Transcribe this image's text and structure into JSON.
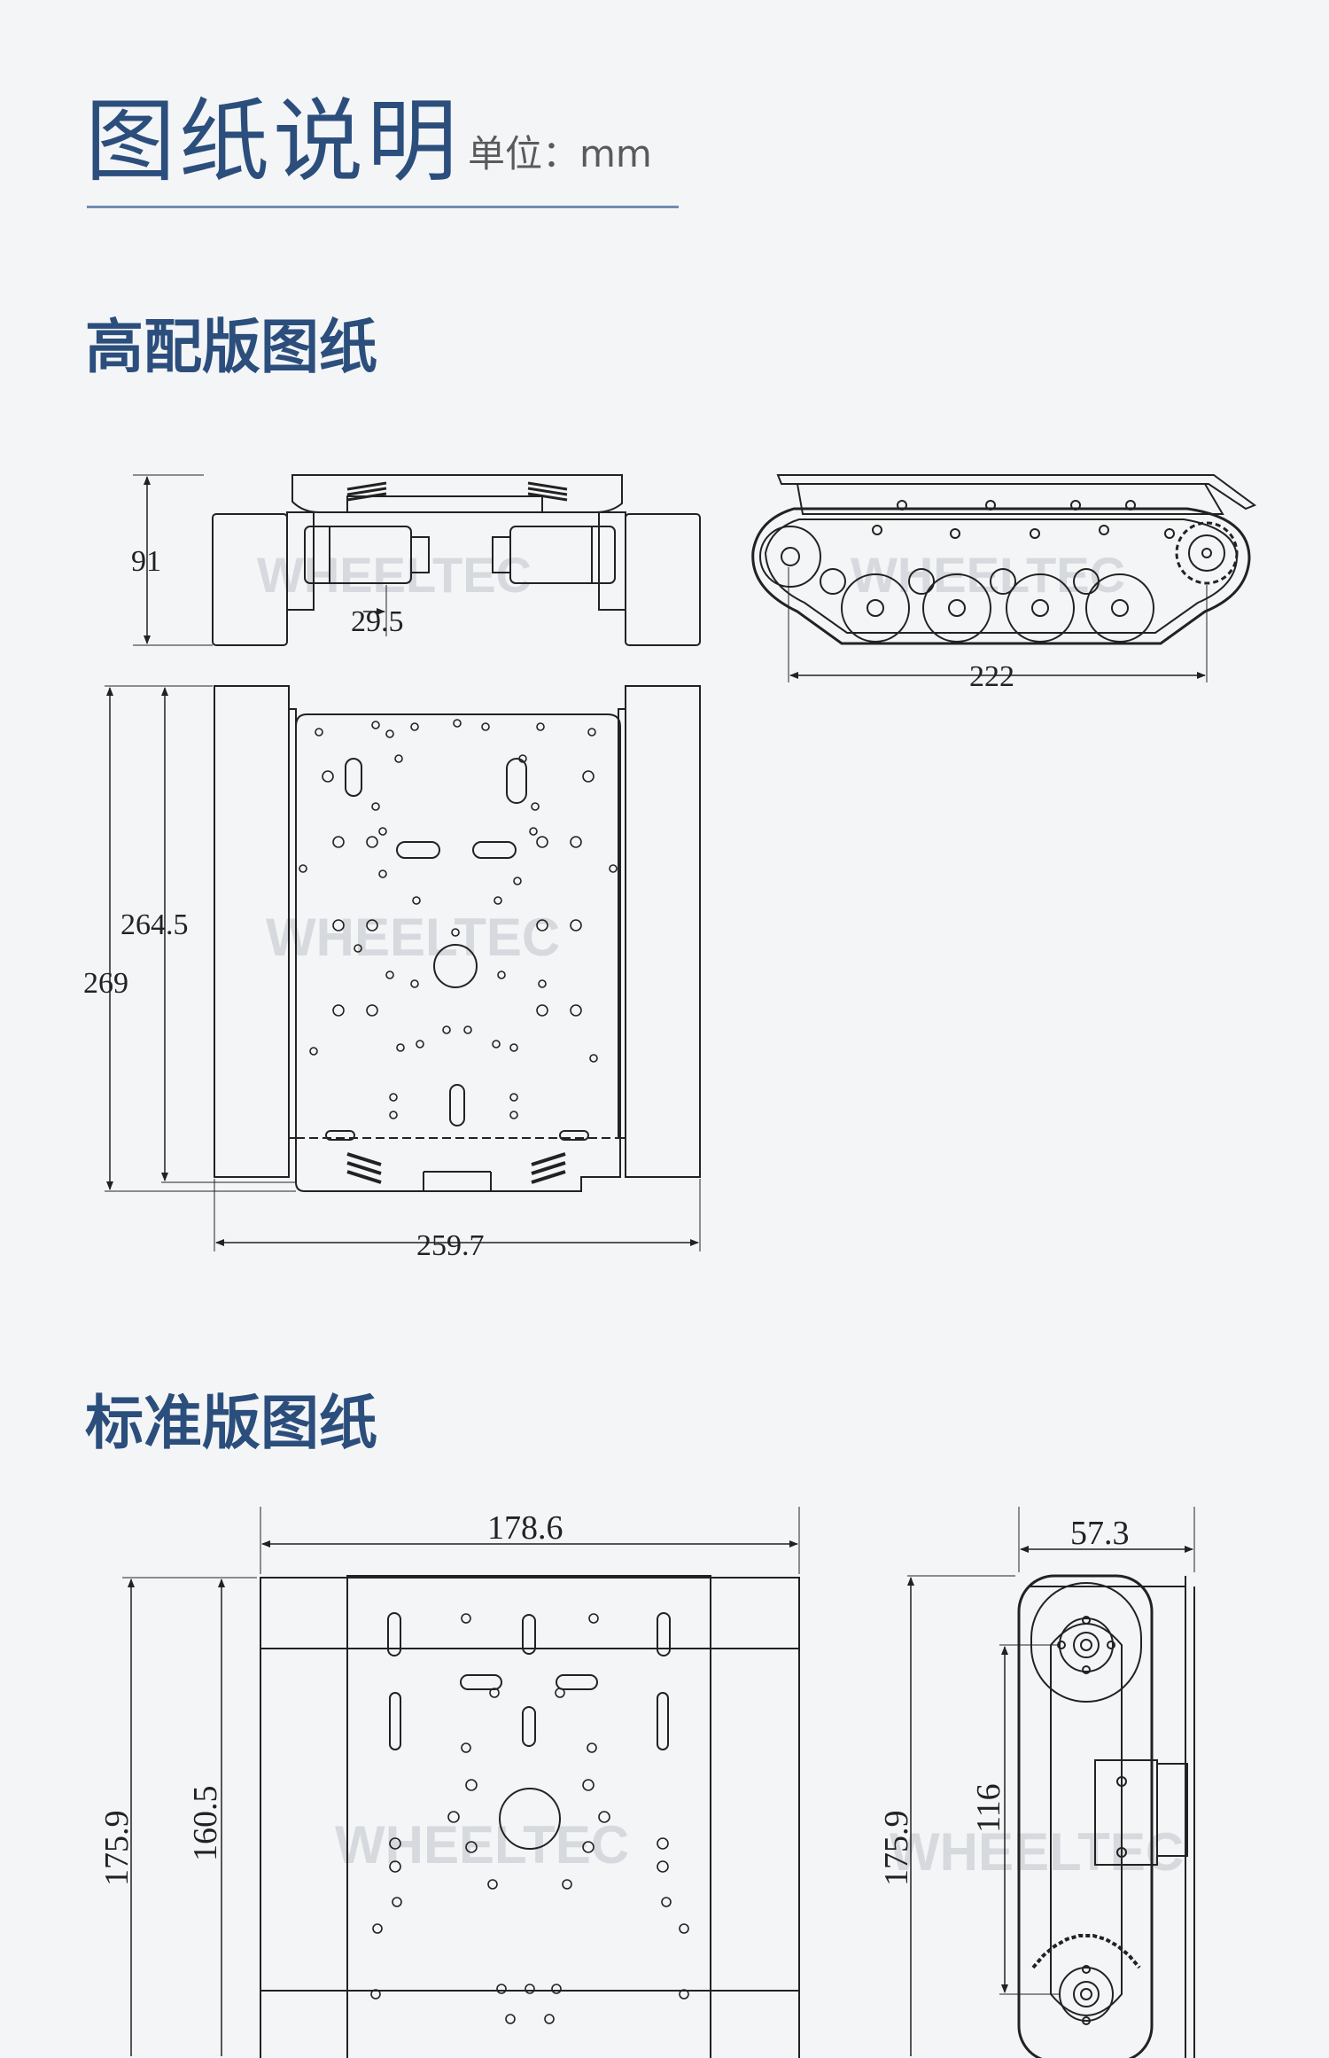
{
  "header": {
    "title": "图纸说明",
    "unit": "单位：mm"
  },
  "sections": [
    {
      "title": "高配版图纸"
    },
    {
      "title": "标准版图纸"
    }
  ],
  "watermark": "WHEELTEC",
  "high_config": {
    "front_view": {
      "height": "91",
      "offset": "29.5"
    },
    "side_view": {
      "length": "222"
    },
    "top_view": {
      "inner_length": "264.5",
      "outer_length": "269",
      "width": "259.7"
    }
  },
  "standard": {
    "top_view": {
      "width": "178.6",
      "outer_length": "175.9",
      "inner_length": "160.5"
    },
    "side_view": {
      "width": "57.3",
      "length": "175.9",
      "axle_distance": "116"
    }
  },
  "colors": {
    "title": "#2b4e7c",
    "rule": "#6f8db2",
    "line": "#222222",
    "watermark": "#d6d9dd"
  }
}
